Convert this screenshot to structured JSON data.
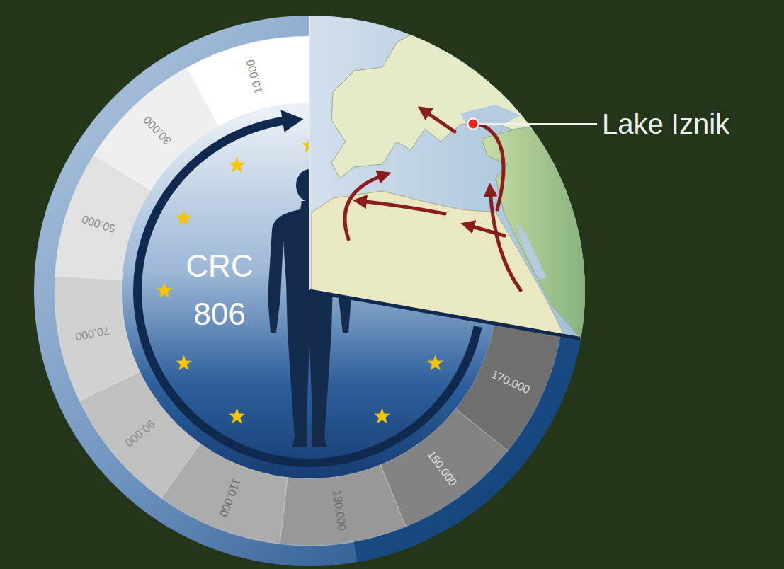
{
  "diagram": {
    "nodes": [
      {
        "text": [
          "CRC 806"
        ]
      }
    ],
    "labels": [
      "10.000",
      "30.000",
      "50.000",
      "70.000",
      "90.000",
      "110.000",
      "130.000",
      "150.000",
      "170.000",
      "Lake Iznik"
    ]
  }
}
